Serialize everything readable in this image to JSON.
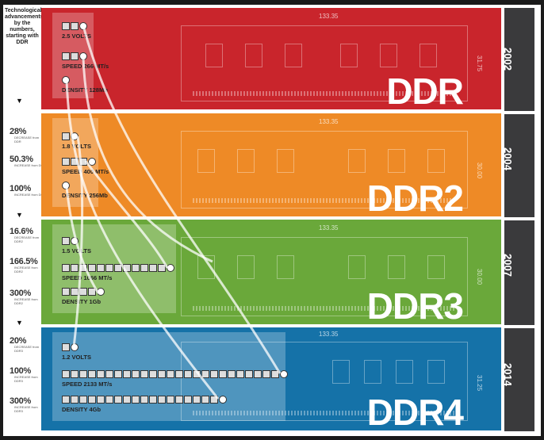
{
  "sidebar": {
    "intro_lines": [
      "Technological advancements",
      "by the numbers,",
      "starting with DDR"
    ],
    "ddr2_stats": [
      {
        "pct": "28%",
        "sub": "DECREASE from DDR"
      },
      {
        "pct": "50.3%",
        "sub": "INCREASE from DDR"
      },
      {
        "pct": "100%",
        "sub": "INCREASE from DDR"
      }
    ],
    "ddr3_stats": [
      {
        "pct": "16.6%",
        "sub": "DECREASE from DDR2"
      },
      {
        "pct": "166.5%",
        "sub": "INCREASE from DDR2"
      },
      {
        "pct": "300%",
        "sub": "INCREASE from DDR2"
      }
    ],
    "ddr4_stats": [
      {
        "pct": "20%",
        "sub": "DECREASE from DDR3"
      },
      {
        "pct": "100%",
        "sub": "INCREASE from DDR3"
      },
      {
        "pct": "300%",
        "sub": "INCREASE from DDR3"
      }
    ]
  },
  "generations": [
    {
      "name": "DDR",
      "year": "2002",
      "color": "#c9252c",
      "length": "133.35",
      "height": "31.75",
      "volts": "2.5 VOLTS",
      "speed": "SPEED 266 MT/s",
      "density": "DENSITY 128Mb",
      "volt_boxes": 2,
      "speed_boxes": 2,
      "density_boxes": 0
    },
    {
      "name": "DDR2",
      "year": "2004",
      "color": "#ee8a26",
      "length": "133.35",
      "height": "30.00",
      "volts": "1.8 VOLTS",
      "speed": "SPEED 400 MT/s",
      "density": "DENSITY 256Mb",
      "volt_boxes": 1,
      "speed_boxes": 3,
      "density_boxes": 0
    },
    {
      "name": "DDR3",
      "year": "2007",
      "color": "#6aa83a",
      "length": "133.35",
      "height": "30.00",
      "volts": "1.5 VOLTS",
      "speed": "SPEED 1066 MT/s",
      "density": "DENSITY 1Gb",
      "volt_boxes": 1,
      "speed_boxes": 12,
      "density_boxes": 4
    },
    {
      "name": "DDR4",
      "year": "2014",
      "color": "#1572a8",
      "length": "133.35",
      "height": "31.25",
      "volts": "1.2 VOLTS",
      "speed": "SPEED 2133 MT/s",
      "density": "DENSITY 4Gb",
      "volt_boxes": 1,
      "speed_boxes": 25,
      "density_boxes": 18
    }
  ]
}
